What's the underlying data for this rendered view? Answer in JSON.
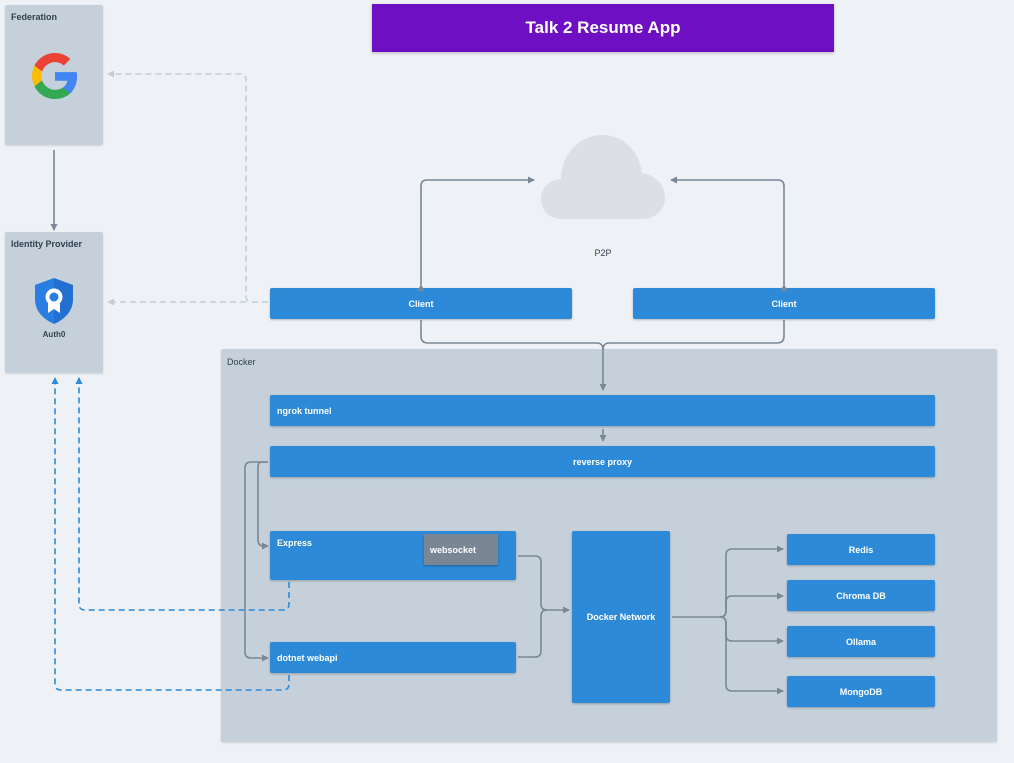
{
  "title": "Talk 2 Resume App",
  "federation": {
    "label": "Federation"
  },
  "identity_provider": {
    "label": "Identity Provider",
    "name": "Auth0"
  },
  "cloud": {
    "label": "P2P"
  },
  "clients": [
    {
      "label": "Client"
    },
    {
      "label": "Client"
    }
  ],
  "docker": {
    "label": "Docker",
    "ngrok": "ngrok tunnel",
    "reverse_proxy": "reverse proxy",
    "express": "Express",
    "websocket": "websocket",
    "dotnet": "dotnet webapi",
    "network": "Docker Network",
    "services": [
      {
        "label": "Redis"
      },
      {
        "label": "Chroma DB"
      },
      {
        "label": "Ollama"
      },
      {
        "label": "MongoDB"
      }
    ]
  },
  "colors": {
    "title_bg": "#6f0fc4",
    "node_bg": "#2c8ad9",
    "panel_bg": "#c5d0db",
    "arrow": "#7a8796",
    "dashed_blue": "#2c8ad9",
    "dashed_gray": "#c3ccd6"
  },
  "icons": {
    "federation": "google-logo-icon",
    "identity": "auth0-shield-icon",
    "cloud": "cloud-icon"
  }
}
